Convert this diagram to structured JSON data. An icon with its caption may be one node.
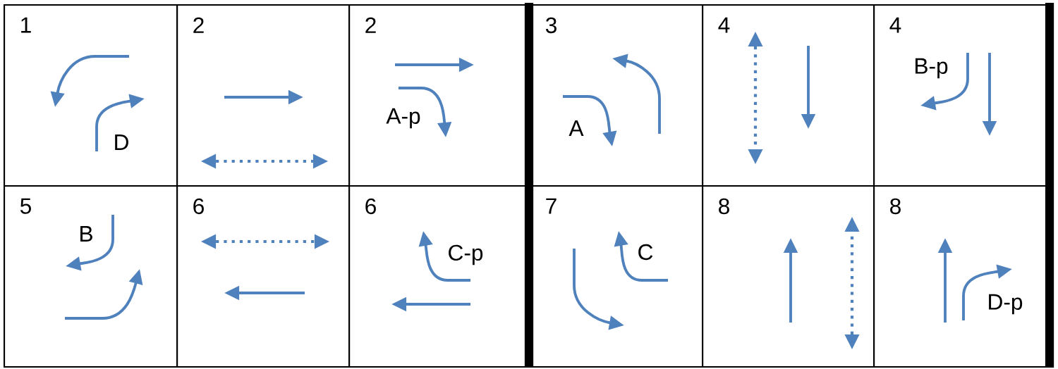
{
  "diagram": {
    "nodes": [
      {
        "text": [
          "1",
          "D"
        ]
      },
      {
        "text": [
          "2"
        ]
      },
      {
        "text": [
          "2",
          "A-p"
        ]
      },
      {
        "text": [
          "3",
          "A"
        ]
      },
      {
        "text": [
          "4"
        ]
      },
      {
        "text": [
          "4",
          "B-p"
        ]
      },
      {
        "text": [
          "5",
          "B"
        ]
      },
      {
        "text": [
          "6"
        ]
      },
      {
        "text": [
          "6",
          "C-p"
        ]
      },
      {
        "text": [
          "7",
          "C"
        ]
      },
      {
        "text": [
          "8"
        ]
      },
      {
        "text": [
          "8",
          "D-p"
        ]
      }
    ]
  }
}
